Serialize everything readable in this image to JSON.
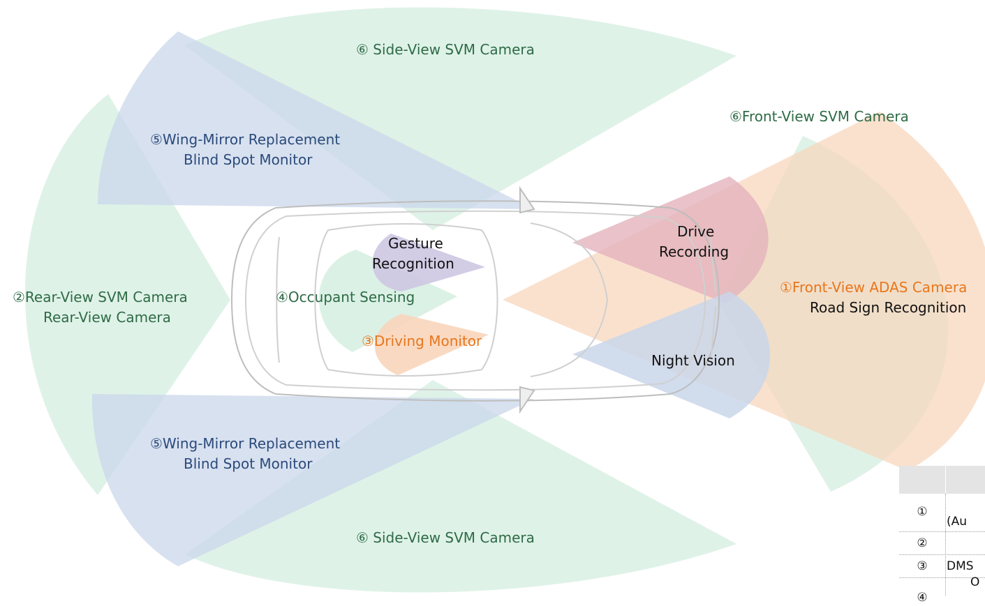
{
  "colors": {
    "green_zone": "#d7efe2",
    "blue_zone": "#c9d6ea",
    "orange_zone": "#f8d5bb",
    "red_zone": "#e3b3bd",
    "purple_zone": "#cdc6e2",
    "green_text": "#2e6b46",
    "blue_text": "#2a4a7a",
    "orange_text": "#e8761c",
    "table_header": "#e4e4e4"
  },
  "labels": {
    "side_view_top": "⑥ Side-View SVM Camera",
    "side_view_bottom": "⑥ Side-View SVM Camera",
    "front_view_svm": "⑥Front-View SVM Camera",
    "wing_mirror_top_1": "⑤Wing-Mirror Replacement",
    "wing_mirror_top_2": "Blind Spot Monitor",
    "wing_mirror_bottom_1": "⑤Wing-Mirror Replacement",
    "wing_mirror_bottom_2": "Blind Spot Monitor",
    "rear_view_1": "②Rear-View SVM Camera",
    "rear_view_2": "Rear-View Camera",
    "occupant_sensing": "④Occupant Sensing",
    "gesture_1": "Gesture",
    "gesture_2": "Recognition",
    "driving_monitor": "③Driving  Monitor",
    "drive_recording_1": "Drive",
    "drive_recording_2": "Recording",
    "night_vision": "Night Vision",
    "front_adas": "①Front-View ADAS Camera",
    "road_sign": "Road Sign Recognition"
  },
  "table": {
    "rows": [
      {
        "num": "①",
        "value": "(Au"
      },
      {
        "num": "②",
        "value": ""
      },
      {
        "num": "③",
        "value": "DMS"
      },
      {
        "num": "④",
        "value": "O"
      }
    ]
  }
}
